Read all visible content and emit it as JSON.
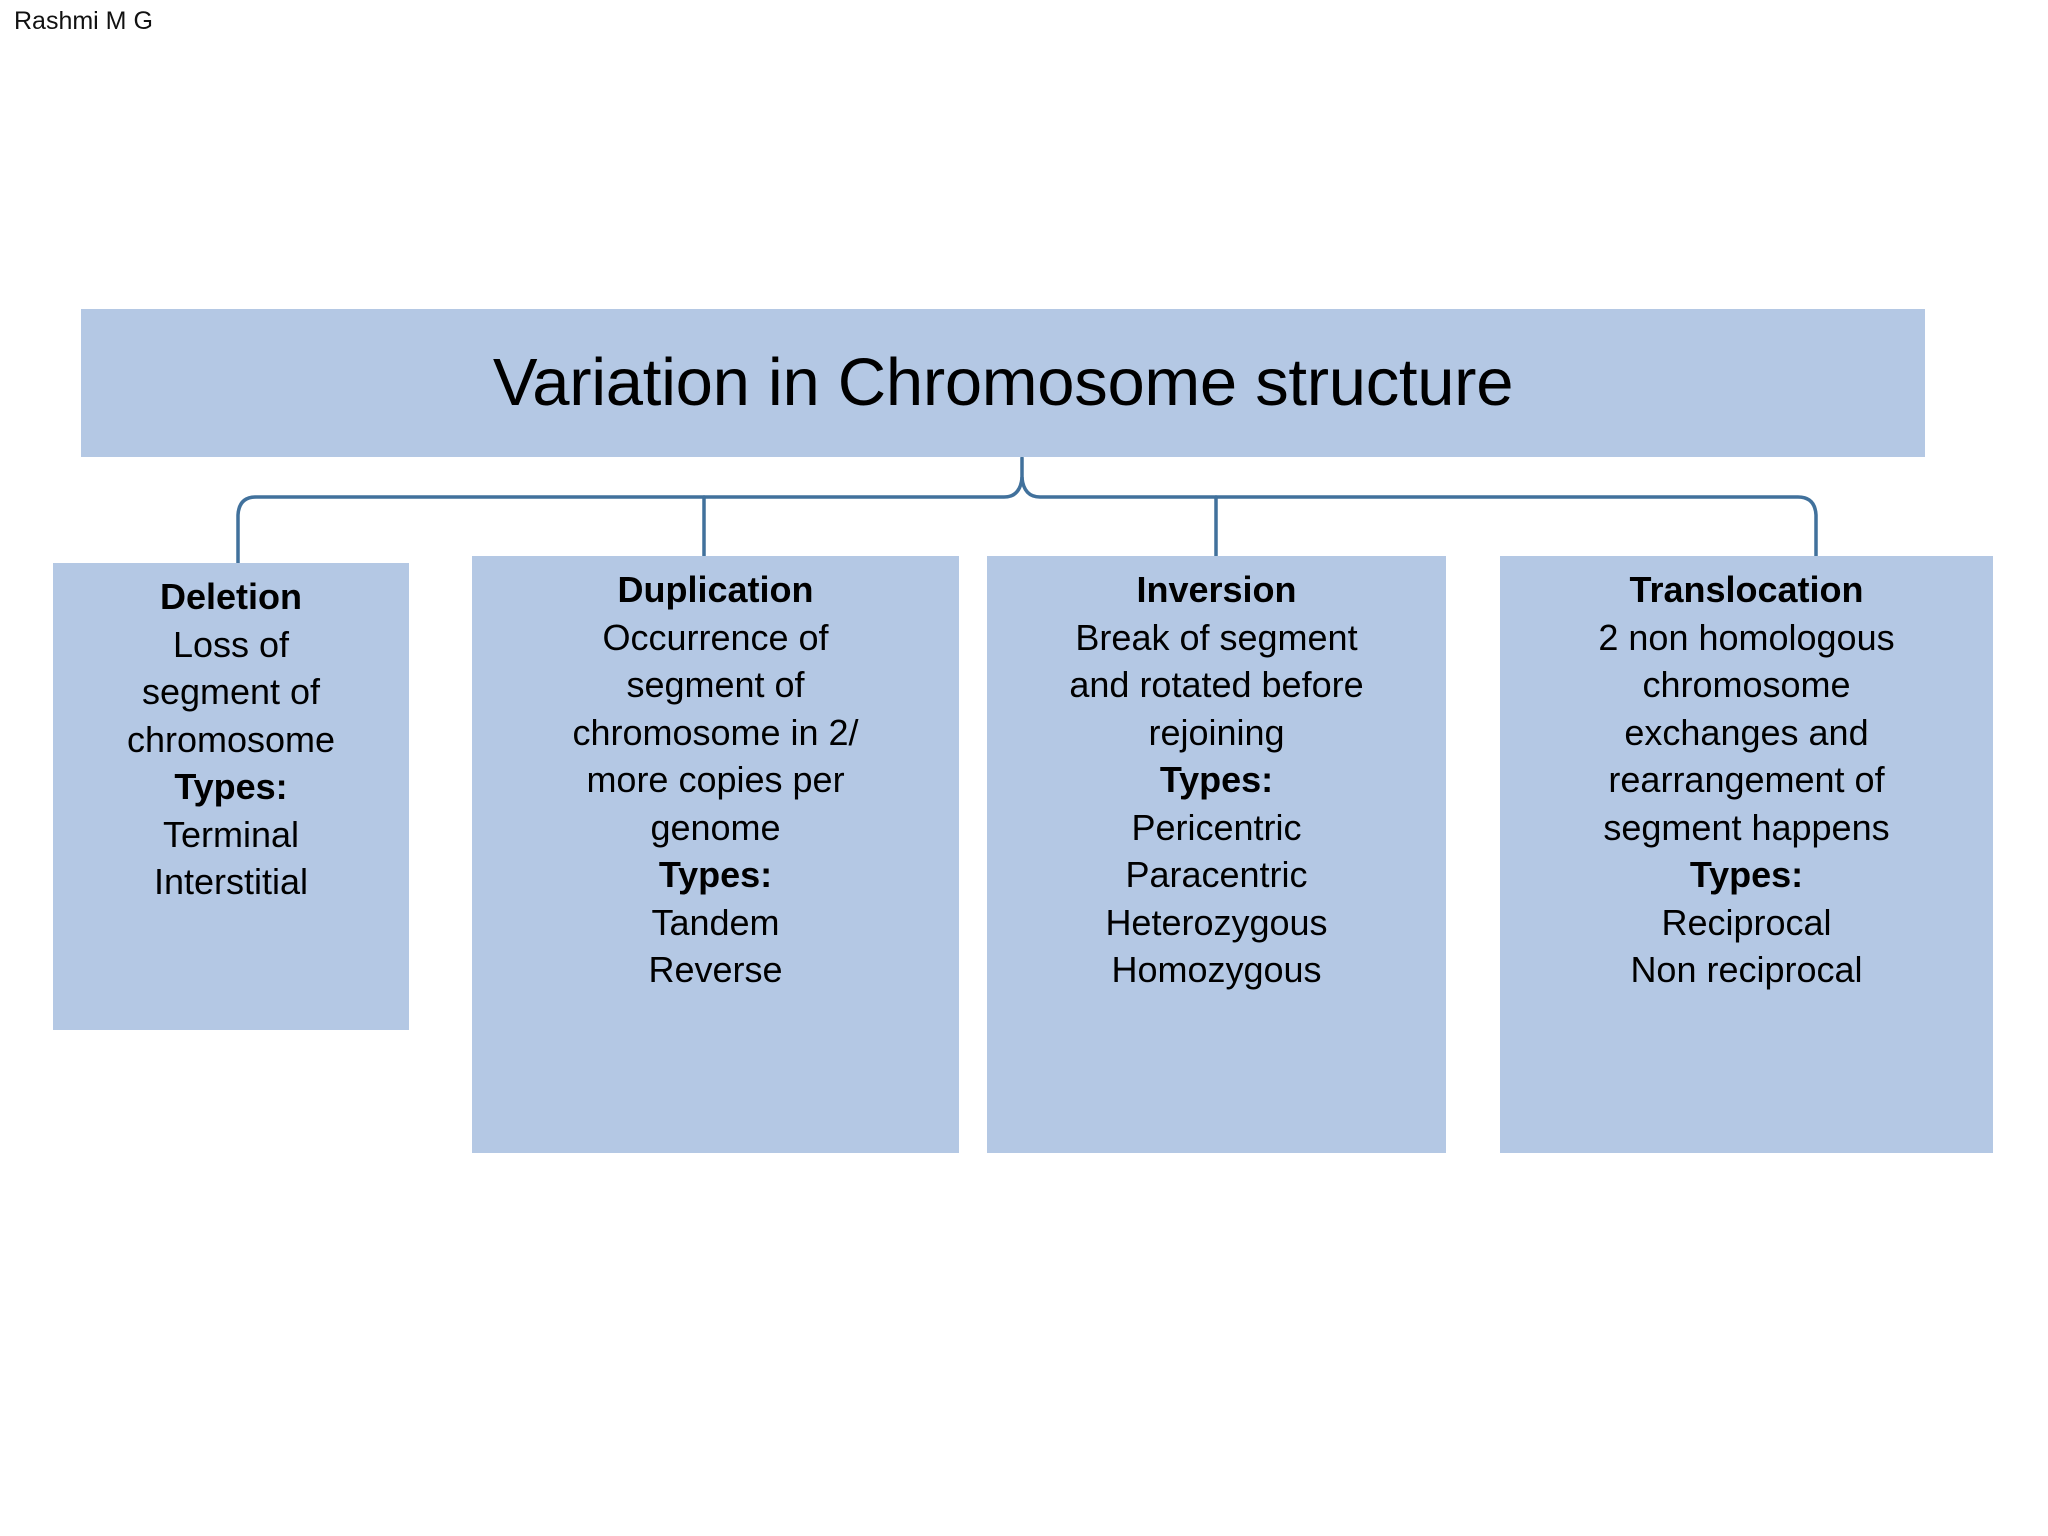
{
  "byline": "Rashmi M G",
  "colors": {
    "box_fill": "#b4c8e4",
    "connector_line": "#41719c",
    "text": "#000000",
    "background": "#ffffff"
  },
  "title": {
    "text": "Variation in Chromosome structure"
  },
  "branches": [
    {
      "heading": "Deletion",
      "lines": [
        {
          "text": "Loss of",
          "bold": false
        },
        {
          "text": "segment of",
          "bold": false
        },
        {
          "text": "chromosome",
          "bold": false
        },
        {
          "text": "Types:",
          "bold": true
        },
        {
          "text": "Terminal",
          "bold": false
        },
        {
          "text": "Interstitial",
          "bold": false
        }
      ]
    },
    {
      "heading": "Duplication",
      "lines": [
        {
          "text": "Occurrence of",
          "bold": false
        },
        {
          "text": "segment of",
          "bold": false
        },
        {
          "text": "chromosome in 2/",
          "bold": false
        },
        {
          "text": "more copies per",
          "bold": false
        },
        {
          "text": "genome",
          "bold": false
        },
        {
          "text": "Types:",
          "bold": true
        },
        {
          "text": "Tandem",
          "bold": false
        },
        {
          "text": "Reverse",
          "bold": false
        }
      ]
    },
    {
      "heading": "Inversion",
      "lines": [
        {
          "text": "Break of segment",
          "bold": false
        },
        {
          "text": "and rotated before",
          "bold": false
        },
        {
          "text": "rejoining",
          "bold": false
        },
        {
          "text": "Types:",
          "bold": true
        },
        {
          "text": "Pericentric",
          "bold": false
        },
        {
          "text": "Paracentric",
          "bold": false
        },
        {
          "text": "Heterozygous",
          "bold": false
        },
        {
          "text": "Homozygous",
          "bold": false
        }
      ]
    },
    {
      "heading": "Translocation",
      "lines": [
        {
          "text": "2 non homologous",
          "bold": false
        },
        {
          "text": "chromosome",
          "bold": false
        },
        {
          "text": "exchanges and",
          "bold": false
        },
        {
          "text": "rearrangement of",
          "bold": false
        },
        {
          "text": "segment happens",
          "bold": false
        },
        {
          "text": "Types:",
          "bold": true
        },
        {
          "text": "Reciprocal",
          "bold": false
        },
        {
          "text": "Non reciprocal",
          "bold": false
        }
      ]
    }
  ]
}
